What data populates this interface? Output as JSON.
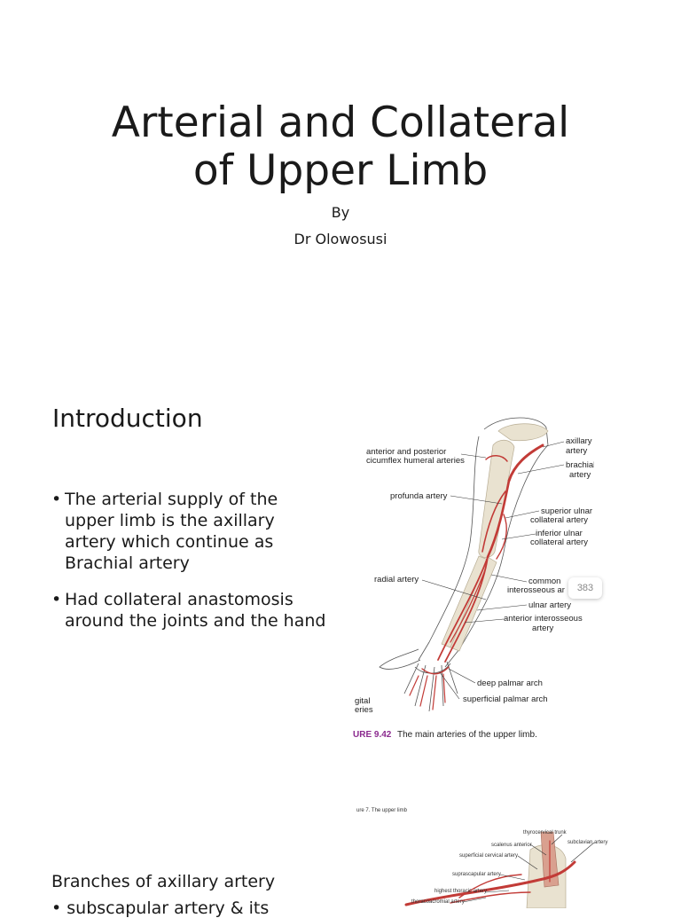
{
  "slide1": {
    "title_line1": "Arterial and Collateral",
    "title_line2": "of Upper Limb",
    "by": "By",
    "author": "Dr Olowosusi"
  },
  "slide2": {
    "heading": "Introduction",
    "bullets": [
      "The arterial supply of the upper limb is the axillary artery which continue as Brachial artery",
      "Had collateral anastomosis around the joints and the hand"
    ],
    "figure": {
      "labels": {
        "circumflex": [
          "anterior and posterior",
          "cicumflex humeral arteries"
        ],
        "axillary": [
          "axillary",
          "artery"
        ],
        "brachial": [
          "brachial",
          "artery"
        ],
        "profunda": "profunda artery",
        "superior_ulnar": [
          "superior ulnar",
          "collateral artery"
        ],
        "inferior_ulnar": [
          "inferior ulnar",
          "collateral artery"
        ],
        "radial": "radial artery",
        "common_interosseous": [
          "common",
          "interosseous ar"
        ],
        "ulnar": "ulnar artery",
        "anterior_interosseous": [
          "anterior interosseous",
          "artery"
        ],
        "deep_palmar": "deep palmar arch",
        "digital": [
          "gital",
          "eries"
        ],
        "superficial_palmar": "superficial palmar arch"
      },
      "caption_number": "URE 9.42",
      "caption": "The main arteries of the upper limb."
    },
    "page_badge": "383"
  },
  "slide3": {
    "heading": "Branches of axillary artery",
    "bullet": "• subscapular artery & its",
    "figure": {
      "labels": {
        "top_caption": "ure 7. The upper limb",
        "thyrocervical": "thyrocervical trunk",
        "scalenus": "scalenus anterior",
        "subclavian": "subclavian artery",
        "superficial_cervical": "superficial cervical artery",
        "suprascapular": "suprascapular artery",
        "highest_thoracic": "highest thoracic artery",
        "thoracoacromial": "thoracoacromial artery"
      }
    }
  },
  "colors": {
    "artery": "#c23b37",
    "caption_accent": "#8b2a8f",
    "text": "#1a1a1a"
  }
}
